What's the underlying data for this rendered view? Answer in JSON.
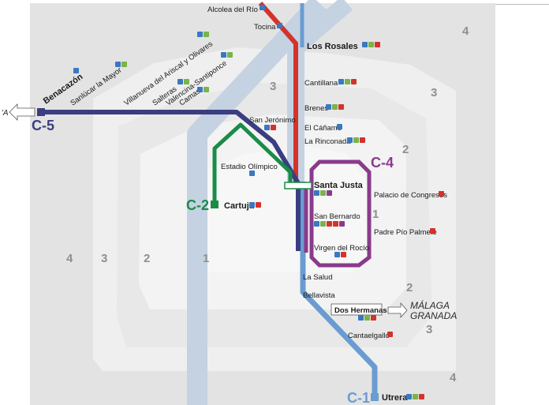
{
  "colors": {
    "bg": "#ffffff",
    "zone_outer": "#e3e3e3",
    "zone_mid": "#efefef",
    "zone_inner": "#f6f6f6",
    "zone_core": "#ececec",
    "corridor": "#c4d2e2",
    "c1": "#6a9cd1",
    "c2": "#1a8c47",
    "c3": "#d4322b",
    "c4": "#8a3a8c",
    "c5": "#3a3e80",
    "zone_digit": "#8f8f8f",
    "icon_parking": "#3a78c2",
    "icon_bike": "#78b44a",
    "icon_bus": "#d4322b",
    "icon_info": "#8a3a8c"
  },
  "lines": {
    "c1": "C-1",
    "c2": "C-2",
    "c4": "C-4",
    "c5": "C-5"
  },
  "stations": {
    "alcolea": "Alcolea del Río",
    "tocina": "Tocina",
    "los_rosales": "Los Rosales",
    "cantillana": "Cantillana",
    "brenes": "Brenes",
    "el_canamo": "El Cáñamo",
    "la_rinconada": "La Rinconada",
    "santa_justa": "Santa Justa",
    "san_bernardo": "San Bernardo",
    "virgen_rocio": "Virgen del Rocío",
    "la_salud": "La Salud",
    "bellavista": "Bellavista",
    "dos_hermanas": "Dos Hermanas",
    "cantaelgallo": "Cantaelgallo",
    "utrera": "Utrera",
    "palacio_congresos": "Palacio de Congresos",
    "padre_pio": "Padre Pío Palmete",
    "san_jeronimo": "San Jerónimo",
    "estadio_olimpico": "Estadio Olímpico",
    "cartuja": "Cartuja",
    "benacazon": "Benacazón",
    "sanlucar": "Sanlúcar la Mayor",
    "villanueva": "Villanueva del Ariscal y Olivares",
    "salteras": "Salteras",
    "valencina": "Valencina-Santiponce",
    "camas": "Camas"
  },
  "destinations": {
    "malaga": "MÁLAGA",
    "granada": "GRANADA",
    "left_cut": "'A"
  },
  "zones": {
    "z4_top": "4",
    "z3_a": "3",
    "z3_b": "3",
    "z2_a": "2",
    "z1_a": "1",
    "z4_left": "4",
    "z3_left": "3",
    "z2_left": "2",
    "z1_left": "1",
    "z2_b": "2",
    "z3_c": "3",
    "z4_bottom": "4"
  },
  "icons": {
    "parking": "parking-icon",
    "bike": "bike-icon",
    "bus": "bus-icon",
    "info": "info-icon",
    "taxi": "taxi-icon"
  }
}
